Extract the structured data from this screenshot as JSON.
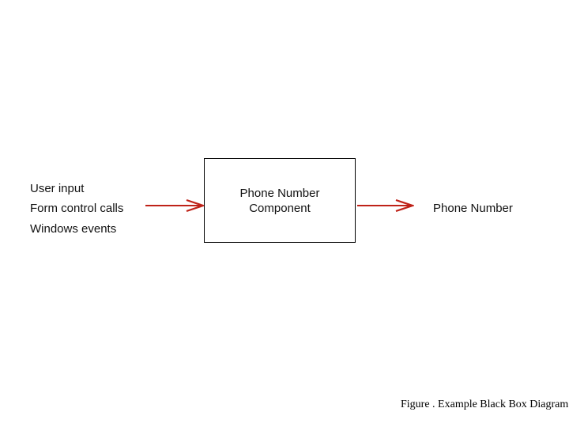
{
  "page": {
    "background_color": "#ffffff",
    "text_color": "#111111",
    "box_border_color": "#000000"
  },
  "diagram": {
    "arrow_color": "#bf2218",
    "inputs": [
      {
        "label": "User input"
      },
      {
        "label": "Form control calls"
      },
      {
        "label": "Windows events"
      }
    ],
    "box": {
      "lines": [
        "Phone Number",
        "Component"
      ]
    },
    "output_label": "Phone Number",
    "caption": "Figure . Example Black Box Diagram"
  }
}
